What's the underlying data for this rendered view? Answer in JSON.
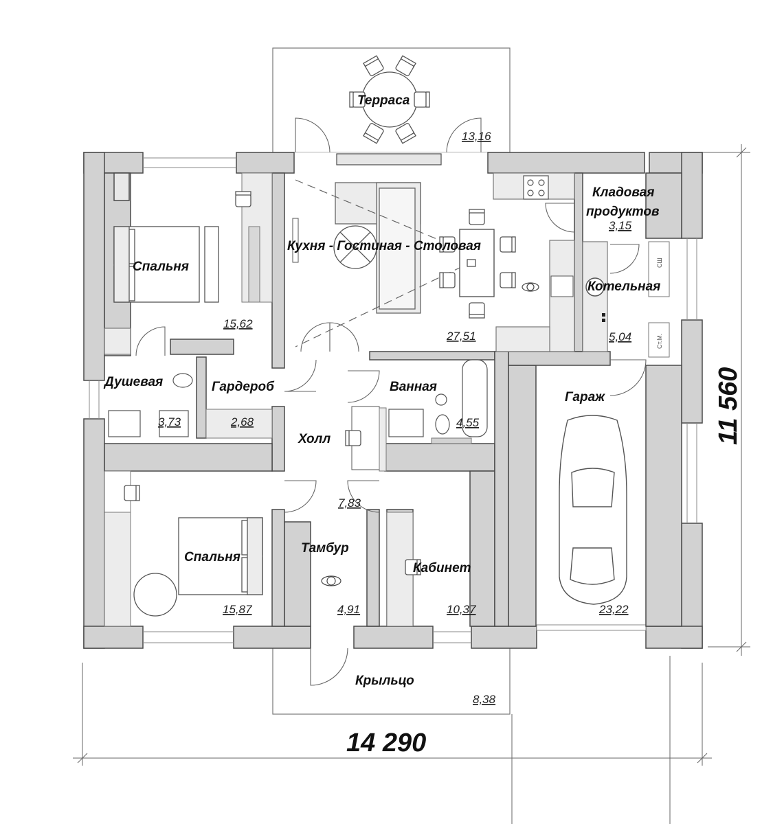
{
  "rooms": {
    "terrace": {
      "name": "Терраса",
      "area": "13,16"
    },
    "living": {
      "name": "Кухня - Гостиная - Столовая",
      "area": "27,51"
    },
    "pantry": {
      "name_line1": "Кладовая",
      "name_line2": "продуктов",
      "area": "3,15"
    },
    "boiler": {
      "name": "Котельная",
      "area": "5,04"
    },
    "bedroom1": {
      "name": "Спальня",
      "area": "15,62"
    },
    "shower": {
      "name": "Душевая",
      "area": "3,73"
    },
    "wardrobe": {
      "name": "Гардероб",
      "area": "2,68"
    },
    "bathroom": {
      "name": "Ванная",
      "area": "4,55"
    },
    "hall": {
      "name": "Холл",
      "area": "7,83"
    },
    "garage": {
      "name": "Гараж",
      "area": "23,22"
    },
    "bedroom2": {
      "name": "Спальня",
      "area": "15,87"
    },
    "vestibule": {
      "name": "Тамбур",
      "area": "4,91"
    },
    "study": {
      "name": "Кабинет",
      "area": "10,37"
    },
    "porch": {
      "name": "Крыльцо",
      "area": "8,38"
    }
  },
  "fixtures": {
    "shaft1": "СШ",
    "shaft2": "Ст.М."
  },
  "dimensions": {
    "width": "14 290",
    "height": "11 560"
  },
  "colors": {
    "wall": "#d2d2d2",
    "wall_edge": "#4a4a4a",
    "furniture": "#ececec",
    "line": "#555555"
  }
}
